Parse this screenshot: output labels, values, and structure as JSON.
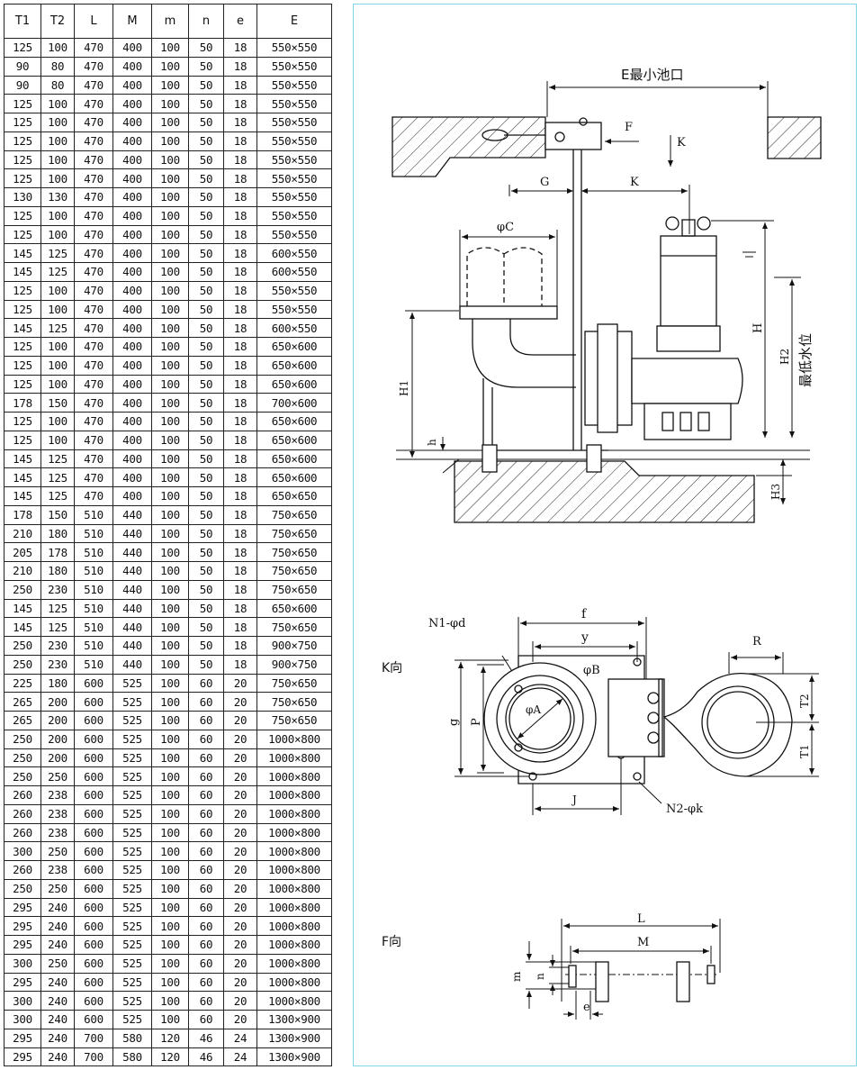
{
  "table": {
    "headers": [
      "T1",
      "T2",
      "L",
      "M",
      "m",
      "n",
      "e",
      "E"
    ],
    "rows": [
      [
        "125",
        "100",
        "470",
        "400",
        "100",
        "50",
        "18",
        "550×550"
      ],
      [
        "90",
        "80",
        "470",
        "400",
        "100",
        "50",
        "18",
        "550×550"
      ],
      [
        "90",
        "80",
        "470",
        "400",
        "100",
        "50",
        "18",
        "550×550"
      ],
      [
        "125",
        "100",
        "470",
        "400",
        "100",
        "50",
        "18",
        "550×550"
      ],
      [
        "125",
        "100",
        "470",
        "400",
        "100",
        "50",
        "18",
        "550×550"
      ],
      [
        "125",
        "100",
        "470",
        "400",
        "100",
        "50",
        "18",
        "550×550"
      ],
      [
        "125",
        "100",
        "470",
        "400",
        "100",
        "50",
        "18",
        "550×550"
      ],
      [
        "125",
        "100",
        "470",
        "400",
        "100",
        "50",
        "18",
        "550×550"
      ],
      [
        "130",
        "130",
        "470",
        "400",
        "100",
        "50",
        "18",
        "550×550"
      ],
      [
        "125",
        "100",
        "470",
        "400",
        "100",
        "50",
        "18",
        "550×550"
      ],
      [
        "125",
        "100",
        "470",
        "400",
        "100",
        "50",
        "18",
        "550×550"
      ],
      [
        "145",
        "125",
        "470",
        "400",
        "100",
        "50",
        "18",
        "600×550"
      ],
      [
        "145",
        "125",
        "470",
        "400",
        "100",
        "50",
        "18",
        "600×550"
      ],
      [
        "125",
        "100",
        "470",
        "400",
        "100",
        "50",
        "18",
        "550×550"
      ],
      [
        "125",
        "100",
        "470",
        "400",
        "100",
        "50",
        "18",
        "550×550"
      ],
      [
        "145",
        "125",
        "470",
        "400",
        "100",
        "50",
        "18",
        "600×550"
      ],
      [
        "125",
        "100",
        "470",
        "400",
        "100",
        "50",
        "18",
        "650×600"
      ],
      [
        "125",
        "100",
        "470",
        "400",
        "100",
        "50",
        "18",
        "650×600"
      ],
      [
        "125",
        "100",
        "470",
        "400",
        "100",
        "50",
        "18",
        "650×600"
      ],
      [
        "178",
        "150",
        "470",
        "400",
        "100",
        "50",
        "18",
        "700×600"
      ],
      [
        "125",
        "100",
        "470",
        "400",
        "100",
        "50",
        "18",
        "650×600"
      ],
      [
        "125",
        "100",
        "470",
        "400",
        "100",
        "50",
        "18",
        "650×600"
      ],
      [
        "145",
        "125",
        "470",
        "400",
        "100",
        "50",
        "18",
        "650×600"
      ],
      [
        "145",
        "125",
        "470",
        "400",
        "100",
        "50",
        "18",
        "650×600"
      ],
      [
        "145",
        "125",
        "470",
        "400",
        "100",
        "50",
        "18",
        "650×650"
      ],
      [
        "178",
        "150",
        "510",
        "440",
        "100",
        "50",
        "18",
        "750×650"
      ],
      [
        "210",
        "180",
        "510",
        "440",
        "100",
        "50",
        "18",
        "750×650"
      ],
      [
        "205",
        "178",
        "510",
        "440",
        "100",
        "50",
        "18",
        "750×650"
      ],
      [
        "210",
        "180",
        "510",
        "440",
        "100",
        "50",
        "18",
        "750×650"
      ],
      [
        "250",
        "230",
        "510",
        "440",
        "100",
        "50",
        "18",
        "750×650"
      ],
      [
        "145",
        "125",
        "510",
        "440",
        "100",
        "50",
        "18",
        "650×600"
      ],
      [
        "145",
        "125",
        "510",
        "440",
        "100",
        "50",
        "18",
        "750×650"
      ],
      [
        "250",
        "230",
        "510",
        "440",
        "100",
        "50",
        "18",
        "900×750"
      ],
      [
        "250",
        "230",
        "510",
        "440",
        "100",
        "50",
        "18",
        "900×750"
      ],
      [
        "225",
        "180",
        "600",
        "525",
        "100",
        "60",
        "20",
        "750×650"
      ],
      [
        "265",
        "200",
        "600",
        "525",
        "100",
        "60",
        "20",
        "750×650"
      ],
      [
        "265",
        "200",
        "600",
        "525",
        "100",
        "60",
        "20",
        "750×650"
      ],
      [
        "250",
        "200",
        "600",
        "525",
        "100",
        "60",
        "20",
        "1000×800"
      ],
      [
        "250",
        "200",
        "600",
        "525",
        "100",
        "60",
        "20",
        "1000×800"
      ],
      [
        "250",
        "250",
        "600",
        "525",
        "100",
        "60",
        "20",
        "1000×800"
      ],
      [
        "260",
        "238",
        "600",
        "525",
        "100",
        "60",
        "20",
        "1000×800"
      ],
      [
        "260",
        "238",
        "600",
        "525",
        "100",
        "60",
        "20",
        "1000×800"
      ],
      [
        "260",
        "238",
        "600",
        "525",
        "100",
        "60",
        "20",
        "1000×800"
      ],
      [
        "300",
        "250",
        "600",
        "525",
        "100",
        "60",
        "20",
        "1000×800"
      ],
      [
        "260",
        "238",
        "600",
        "525",
        "100",
        "60",
        "20",
        "1000×800"
      ],
      [
        "250",
        "250",
        "600",
        "525",
        "100",
        "60",
        "20",
        "1000×800"
      ],
      [
        "295",
        "240",
        "600",
        "525",
        "100",
        "60",
        "20",
        "1000×800"
      ],
      [
        "295",
        "240",
        "600",
        "525",
        "100",
        "60",
        "20",
        "1000×800"
      ],
      [
        "295",
        "240",
        "600",
        "525",
        "100",
        "60",
        "20",
        "1000×800"
      ],
      [
        "300",
        "250",
        "600",
        "525",
        "100",
        "60",
        "20",
        "1000×800"
      ],
      [
        "295",
        "240",
        "600",
        "525",
        "100",
        "60",
        "20",
        "1000×800"
      ],
      [
        "300",
        "240",
        "600",
        "525",
        "100",
        "60",
        "20",
        "1000×800"
      ],
      [
        "300",
        "240",
        "600",
        "525",
        "100",
        "60",
        "20",
        "1300×900"
      ],
      [
        "295",
        "240",
        "700",
        "580",
        "120",
        "46",
        "24",
        "1300×900"
      ],
      [
        "295",
        "240",
        "700",
        "580",
        "120",
        "46",
        "24",
        "1300×900"
      ]
    ]
  },
  "drawing": {
    "labels": {
      "e_min_pit": "E最小池口",
      "F": "F",
      "K_arrow": "K",
      "G": "G",
      "K": "K",
      "phiC": "φC",
      "H": "H",
      "H1": "H1",
      "H2": "H2",
      "H3": "H3",
      "h": "h",
      "min_water": "最低水位",
      "k_view": "K向",
      "f": "f",
      "y": "y",
      "R": "R",
      "N1": "N1-φd",
      "phiB": "φB",
      "phiA": "φA",
      "g": "g",
      "P": "P",
      "T2": "T2",
      "T1": "T1",
      "J": "J",
      "N2": "N2-φk",
      "f_view": "F向",
      "L": "L",
      "M": "M",
      "m": "m",
      "n": "n",
      "e": "e"
    }
  }
}
